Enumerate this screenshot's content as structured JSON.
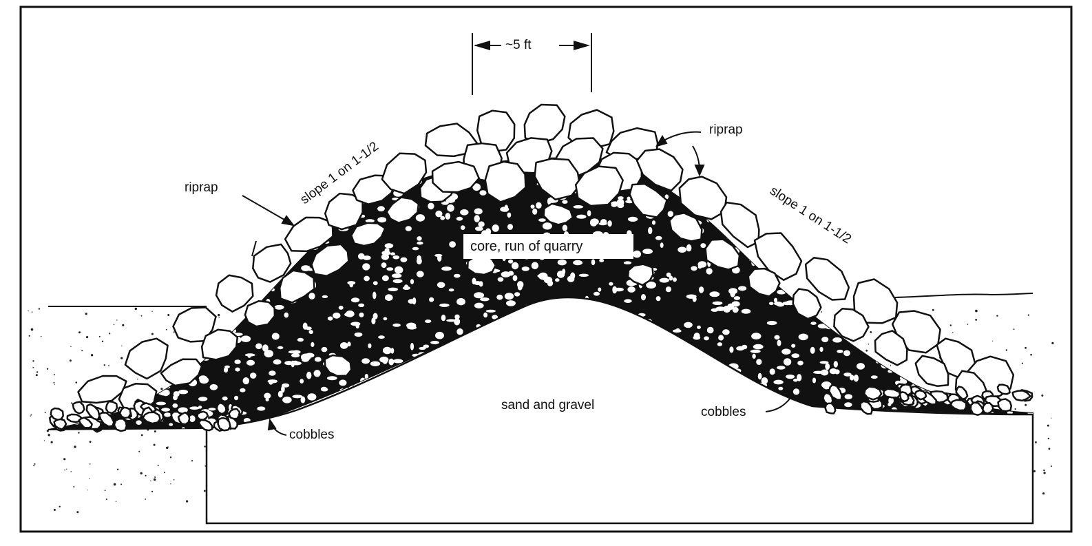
{
  "diagram": {
    "type": "breakwater cross-section",
    "crest_width_label": "~5 ft",
    "labels": {
      "riprap_left": "riprap",
      "riprap_right": "riprap",
      "slope_left": "slope 1 on 1-1/2",
      "slope_right": "slope 1 on 1-1/2",
      "core": "core, run of quarry",
      "foundation": "sand and gravel",
      "cobbles_left": "cobbles",
      "cobbles_right": "cobbles"
    },
    "colors": {
      "ink": "#111111",
      "paper": "#ffffff",
      "rock_fill": "#ffffff"
    }
  }
}
